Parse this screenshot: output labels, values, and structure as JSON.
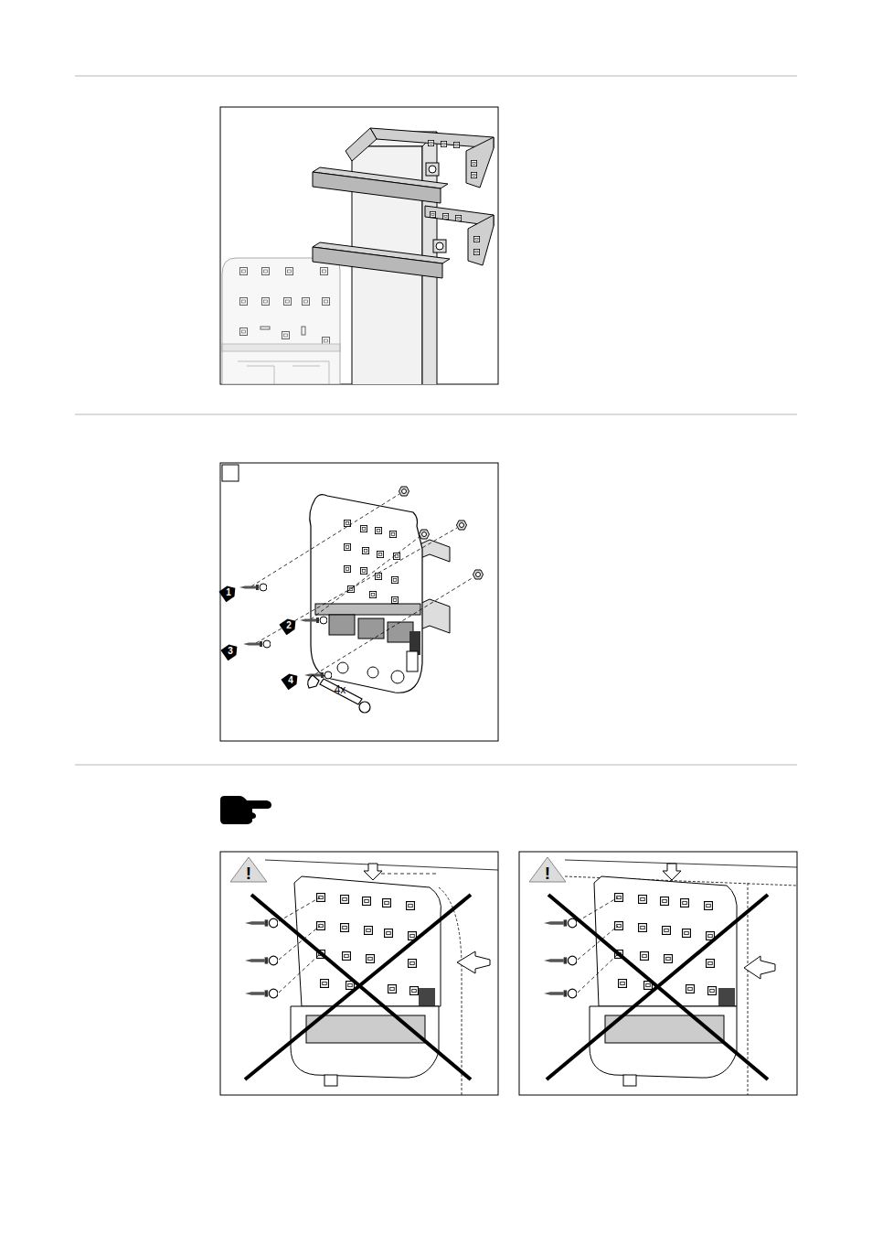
{
  "diagram": {
    "labels": [
      "1",
      "2",
      "3",
      "4",
      "4x",
      "!",
      "!"
    ]
  }
}
